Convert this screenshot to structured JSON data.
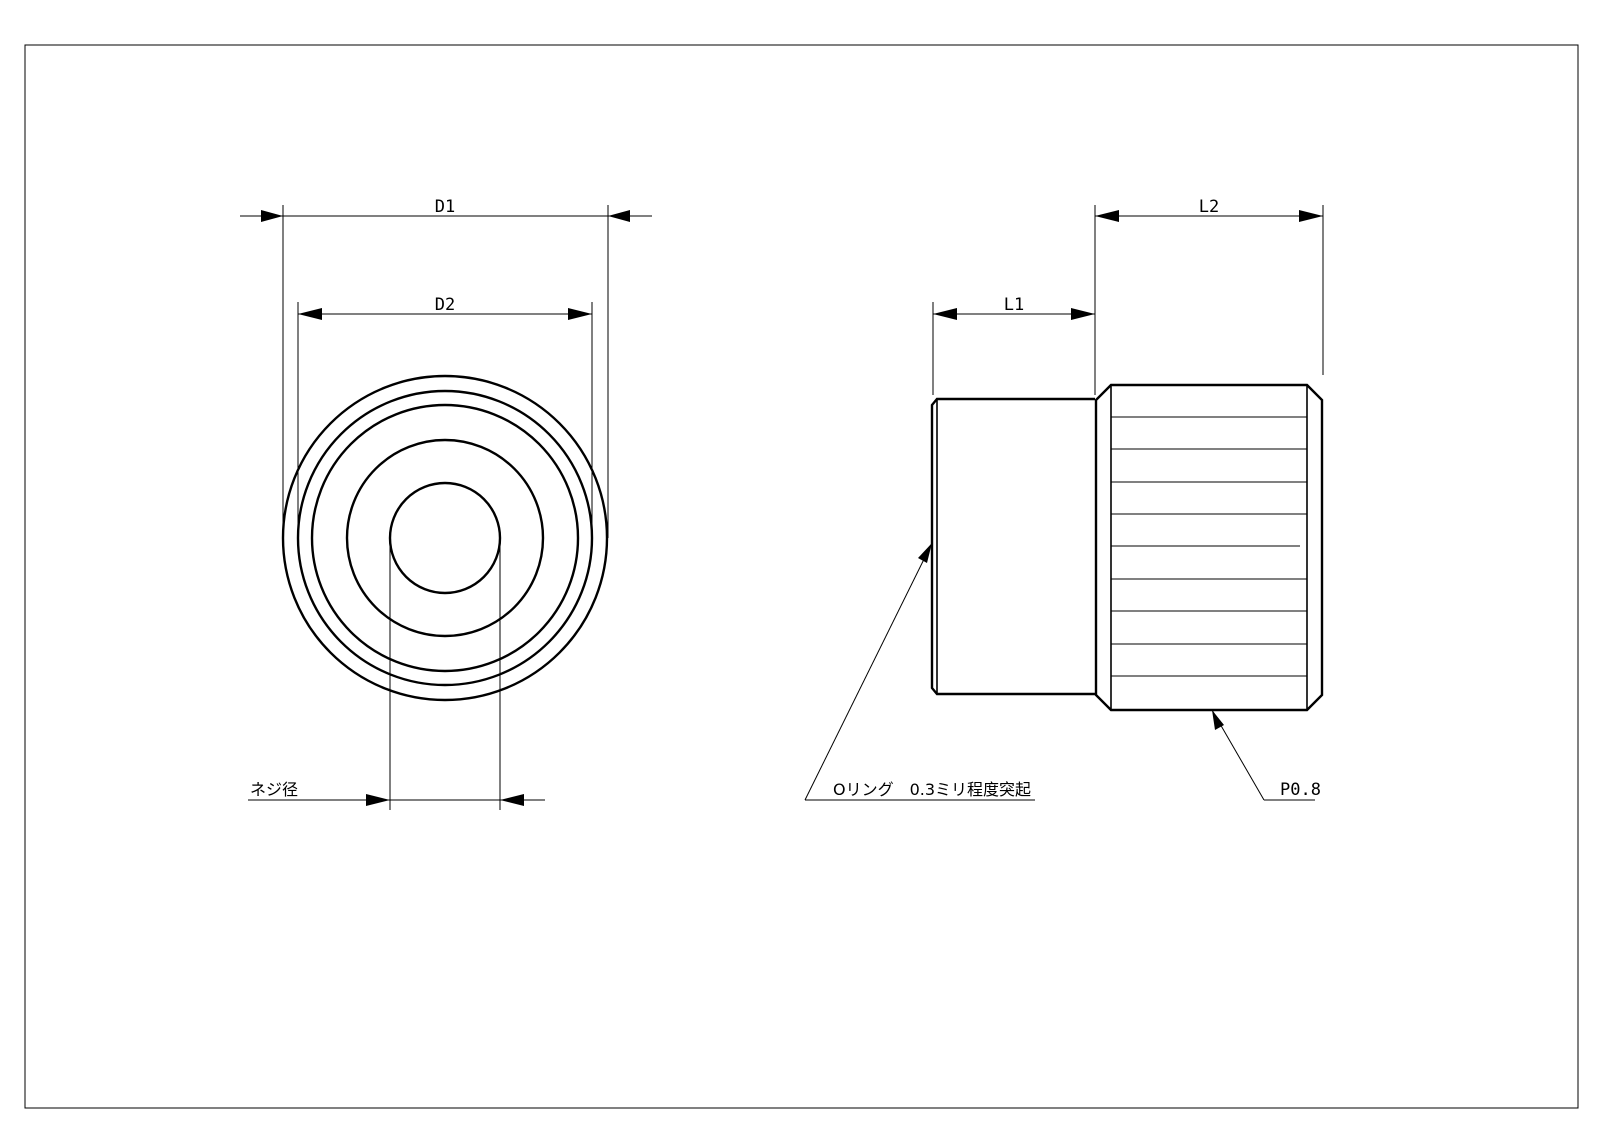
{
  "dimensions": {
    "d1": "D1",
    "d2": "D2",
    "l1": "L1",
    "l2": "L2",
    "thread": "ネジ径"
  },
  "notes": {
    "oring": "Oリング　0.3ミリ程度突起",
    "knurl": "P0.8"
  }
}
